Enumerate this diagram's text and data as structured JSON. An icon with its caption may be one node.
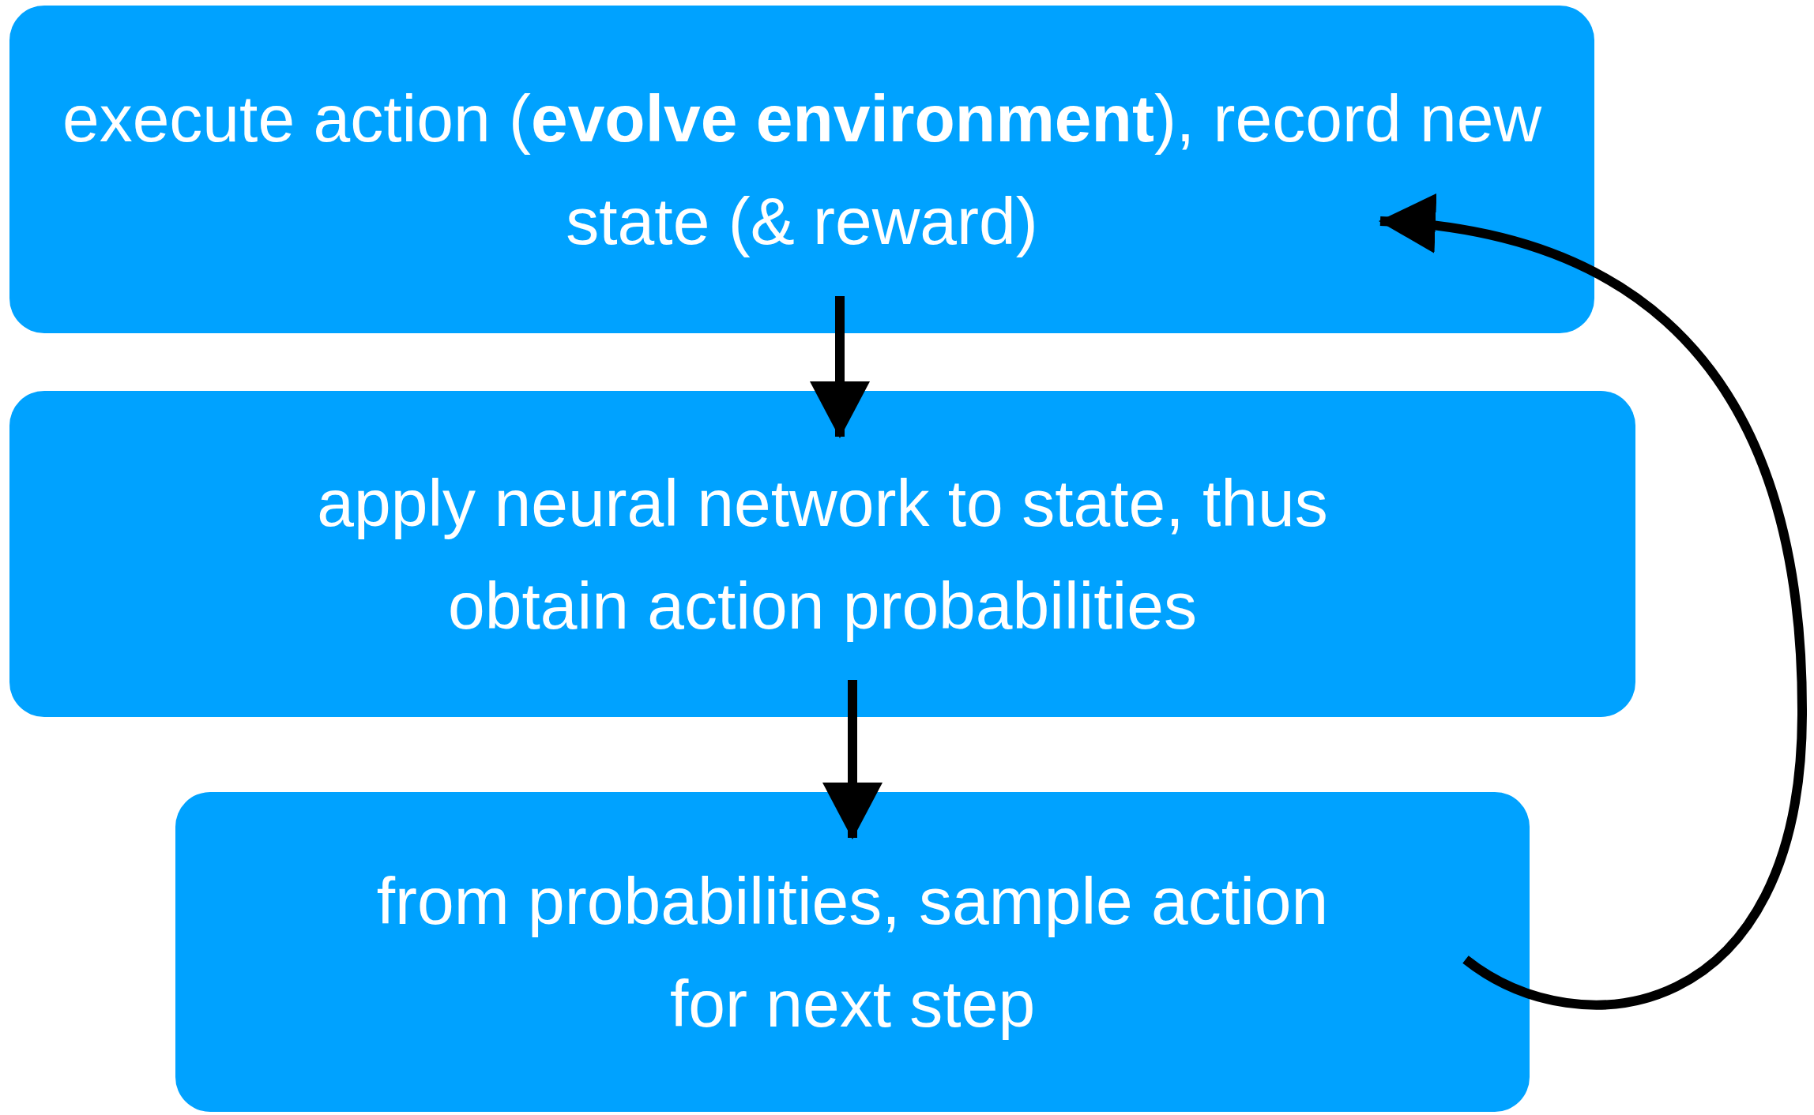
{
  "diagram": {
    "nodes": [
      {
        "text": [
          "execute action (**evolve environment**), record new state (& reward)"
        ]
      },
      {
        "text": [
          "apply neural network to state, thus obtain action probabilities"
        ]
      },
      {
        "text": [
          "from probabilities, sample action for next step"
        ]
      }
    ],
    "edges": [
      {
        "from": 0,
        "to": 1,
        "arrow": "to"
      },
      {
        "from": 1,
        "to": 2,
        "arrow": "to"
      },
      {
        "from": 2,
        "to": 0,
        "arrow": "to"
      }
    ]
  }
}
